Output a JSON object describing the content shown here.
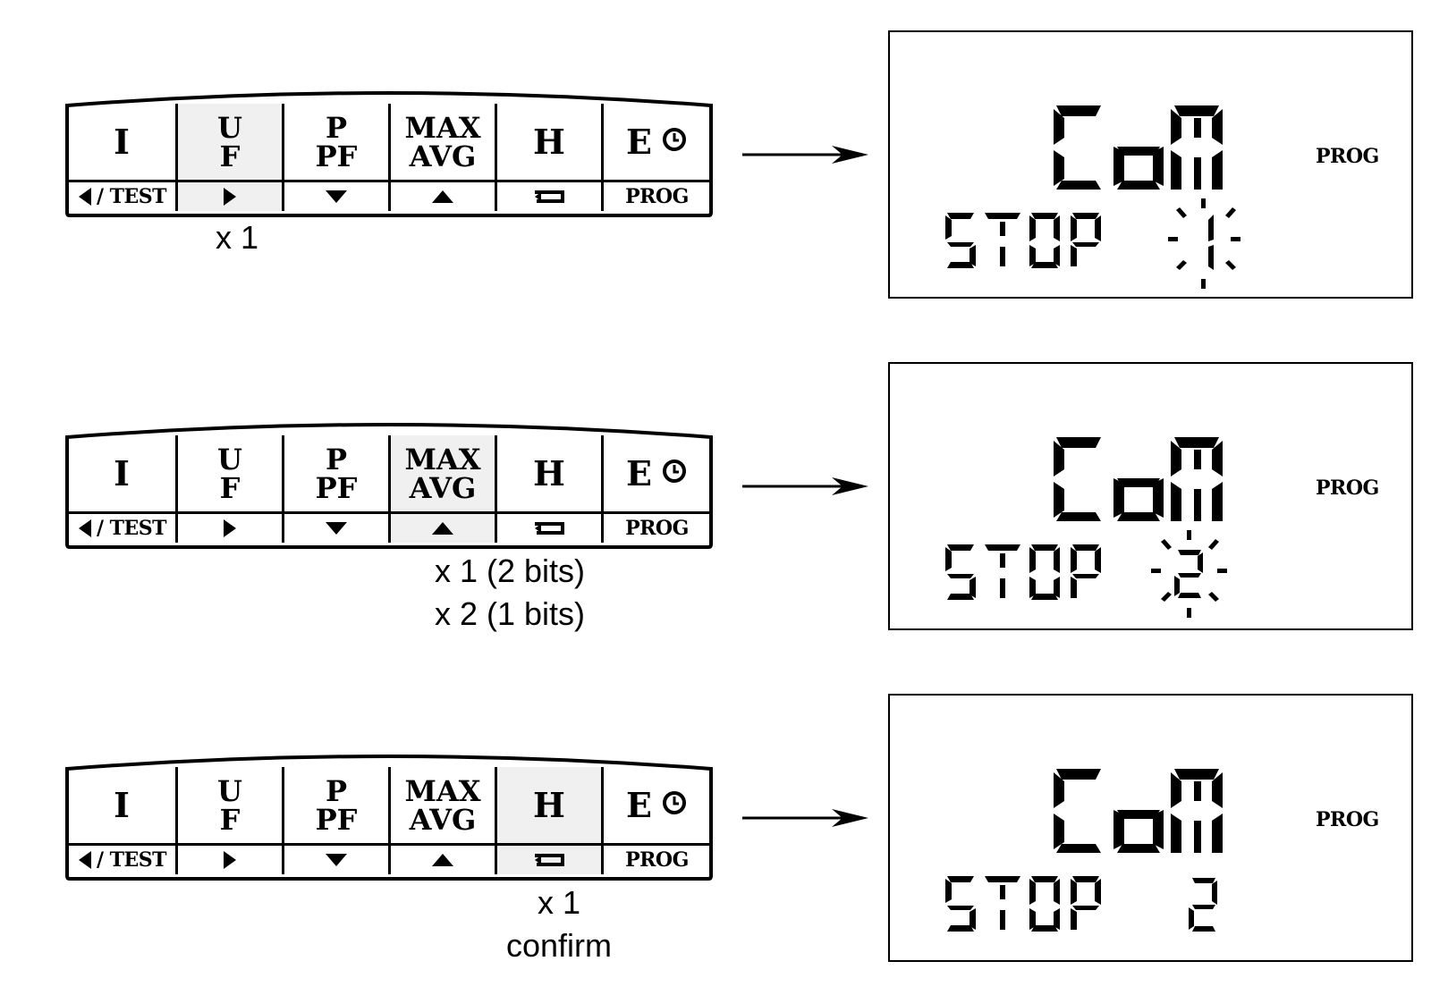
{
  "keys": [
    {
      "id": "I",
      "top": "I",
      "bottom": "/ TEST"
    },
    {
      "id": "UF",
      "top": "U\nF",
      "bottom": ""
    },
    {
      "id": "PPF",
      "top": "P\nPF",
      "bottom": ""
    },
    {
      "id": "MAX",
      "top": "MAX\nAVG",
      "bottom": ""
    },
    {
      "id": "H",
      "top": "H",
      "bottom": ""
    },
    {
      "id": "E",
      "top": "E",
      "bottom": "PROG"
    }
  ],
  "steps": [
    {
      "highlight": 1,
      "count_lines": [
        "x 1"
      ],
      "lcd": {
        "main": "COM",
        "param": "STOP",
        "value": "1",
        "flashing": true,
        "indicator": "PROG"
      }
    },
    {
      "highlight": 3,
      "count_lines": [
        "x 1 (2 bits)",
        "x 2 (1 bits)"
      ],
      "lcd": {
        "main": "COM",
        "param": "STOP",
        "value": "2",
        "flashing": true,
        "indicator": "PROG"
      }
    },
    {
      "highlight": 4,
      "count_lines": [
        "x 1",
        "confirm"
      ],
      "lcd": {
        "main": "COM",
        "param": "STOP",
        "value": "2",
        "flashing": false,
        "indicator": "PROG"
      }
    }
  ],
  "colors": {
    "line": "#000000",
    "highlight": "#f0f0f0",
    "background": "#ffffff"
  },
  "icons": [
    "left-triangle-icon",
    "right-triangle-icon",
    "down-triangle-icon",
    "up-triangle-icon",
    "enter-icon",
    "clock-icon"
  ]
}
